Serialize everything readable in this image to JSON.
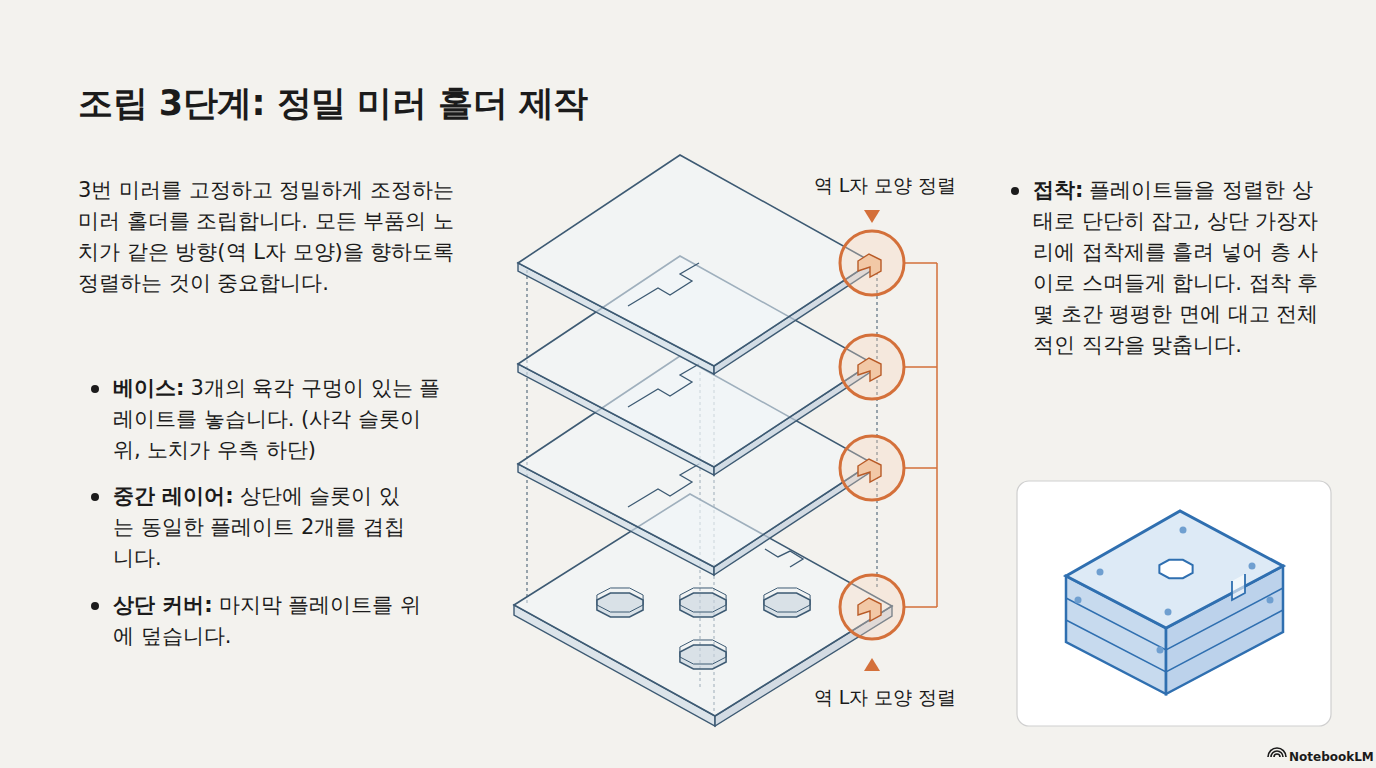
{
  "diagram": {
    "title": "조립 3단계: 정밀 미러 홀더 제작",
    "labels": [
      "3번 미러를 고정하고 정밀하게 조정하는 미러 홀더를 조립합니다. 모든 부품의 노치가 같은 방향(역 L자 모양)을 향하도록 정렬하는 것이 중요합니다.",
      "베이스:",
      "3개의 육각 구멍이 있는 플레이트를 놓습니다. (사각 슬롯이 위, 노치가 우측 하단)",
      "중간 레이어:",
      "상단에 슬롯이 있는 동일한 플레이트 2개를 겹칩니다.",
      "상단 커버:",
      "마지막 플레이트를 위에 덮습니다.",
      "역 L자 모양 정렬",
      "역 L자 모양 정렬",
      "접착:",
      "플레이트들을 정렬한 상태로 단단히 잡고, 상단 가장자리에 접착제를 흘려 넣어 층 사이로 스며들게 합니다. 접착 후 몇 초간 평평한 면에 대고 전체적인 직각을 맞춥니다.",
      "NotebookLM"
    ]
  }
}
